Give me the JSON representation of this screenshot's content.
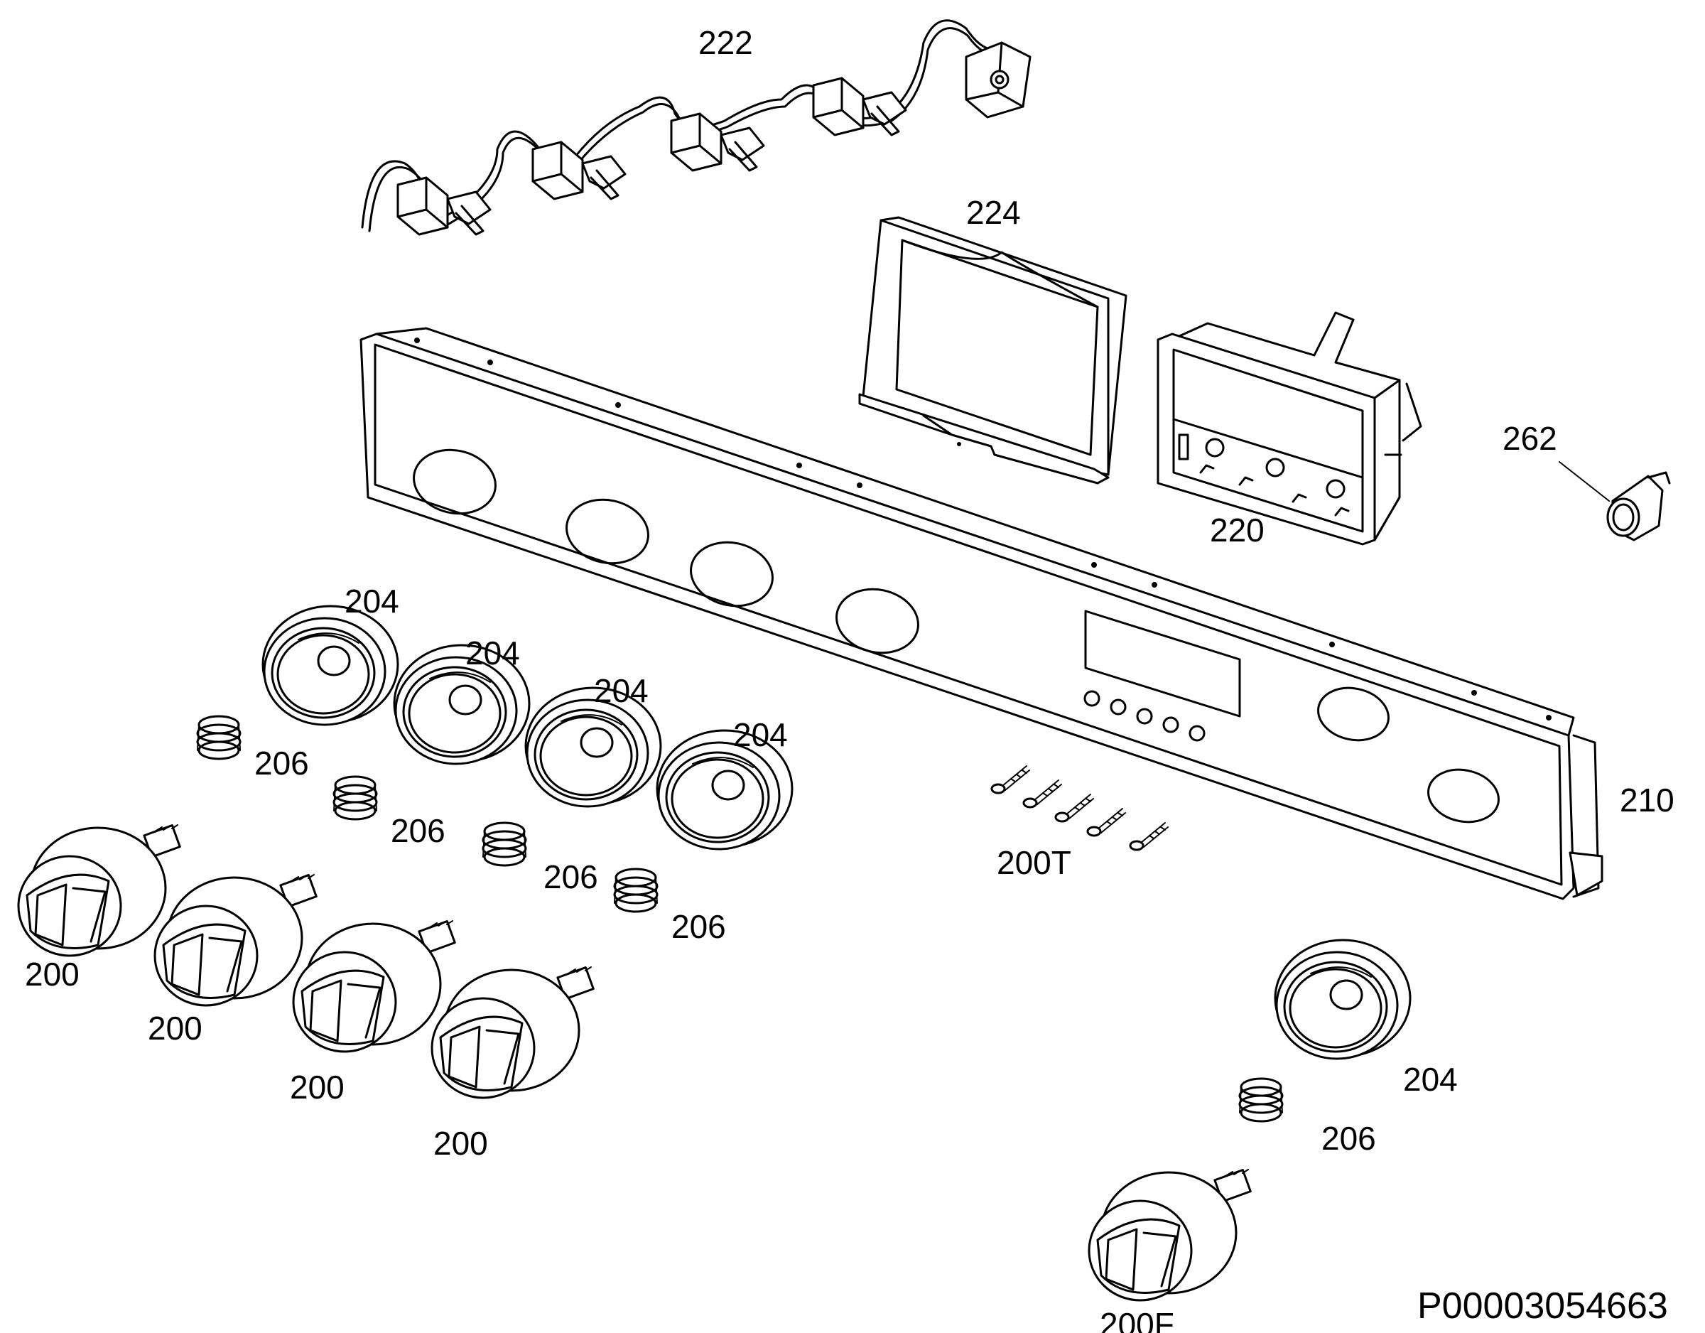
{
  "diagram": {
    "part_number": "P00003054663",
    "labels": {
      "wiring_harness": "222",
      "display_cover": "224",
      "control_panel": "210",
      "timer_module": "220",
      "lamp": "262",
      "screws": "200T",
      "knob": "200",
      "knob_front": "200F",
      "knob_ring": "204",
      "spring": "206"
    }
  }
}
